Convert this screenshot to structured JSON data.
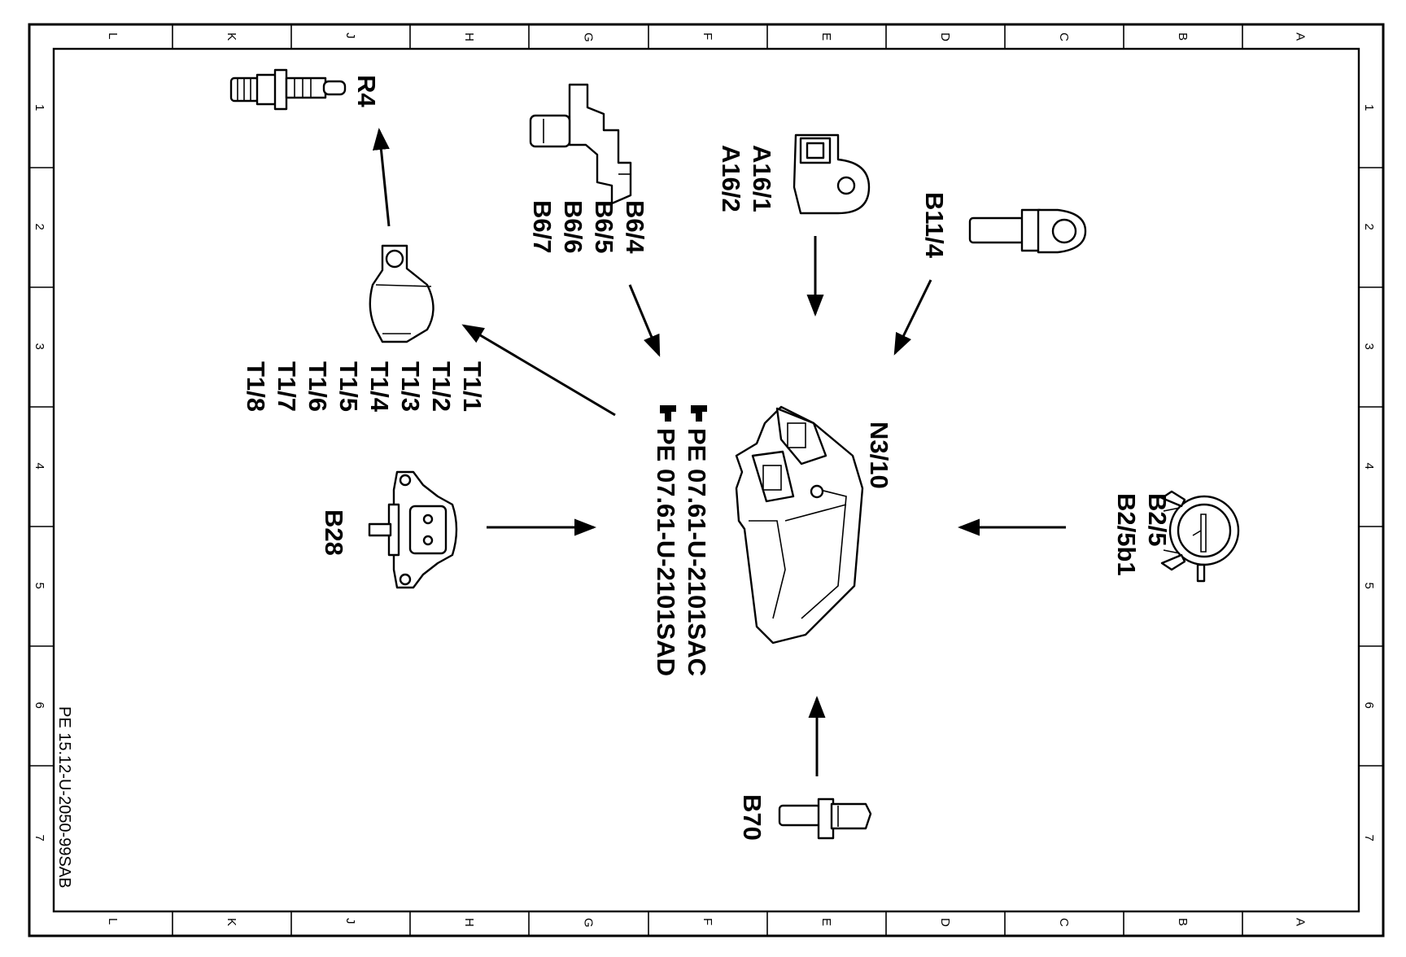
{
  "grid": {
    "letters": [
      "L",
      "K",
      "J",
      "H",
      "G",
      "F",
      "E",
      "D",
      "C",
      "B",
      "A"
    ],
    "numbers": [
      "1",
      "2",
      "3",
      "4",
      "5",
      "6",
      "7"
    ]
  },
  "document_id": "PE 15.12-U-2050-99SAB",
  "references": [
    "PE 07.61-U-2101SAC",
    "PE 07.61-U-2101SAD"
  ],
  "components": {
    "ecu": "N3/10",
    "spark_plug": "R4",
    "ignition_coils": [
      "T1/1",
      "T1/2",
      "T1/3",
      "T1/4",
      "T1/5",
      "T1/6",
      "T1/7",
      "T1/8"
    ],
    "camshaft_sensors": [
      "B6/4",
      "B6/5",
      "B6/6",
      "B6/7"
    ],
    "knock_sensors": [
      "A16/1",
      "A16/2"
    ],
    "temp_sensor": "B11/4",
    "pressure_sensor": "B28",
    "air_flow_sensor": [
      "B2/5",
      "B2/5b1"
    ],
    "crank_sensor": "B70"
  }
}
